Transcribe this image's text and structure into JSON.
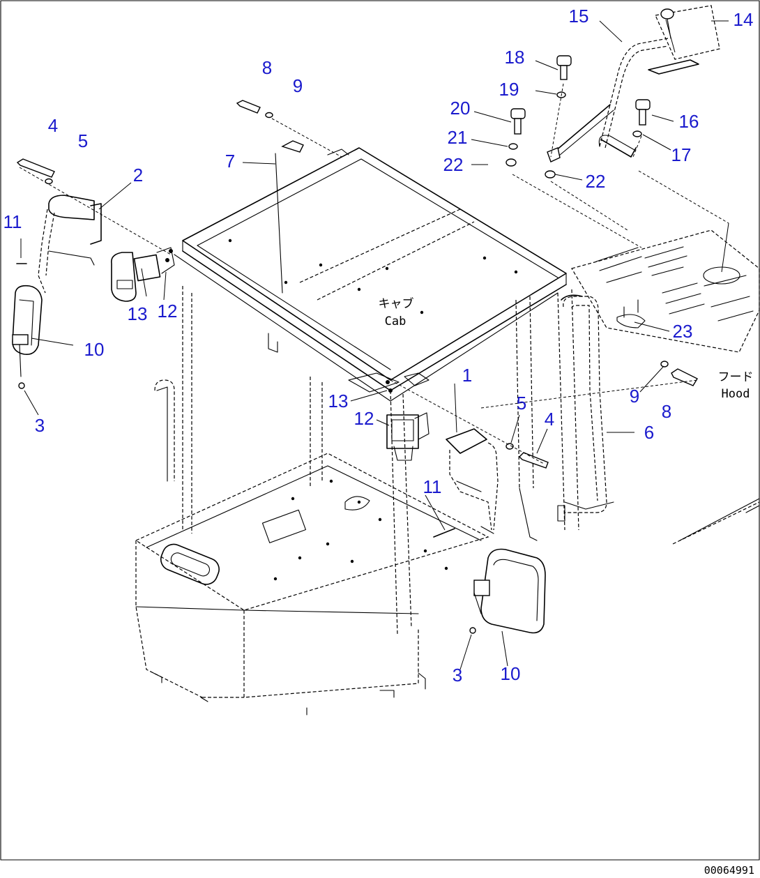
{
  "labels": {
    "cab_jp": "キャブ",
    "cab_en": "Cab",
    "hood_jp": "フード",
    "hood_en": "Hood"
  },
  "drawing_number": "00064991",
  "callouts": [
    "1",
    "2",
    "3",
    "3",
    "4",
    "4",
    "5",
    "5",
    "6",
    "7",
    "8",
    "8",
    "9",
    "9",
    "10",
    "10",
    "11",
    "11",
    "12",
    "12",
    "13",
    "13",
    "14",
    "15",
    "16",
    "17",
    "18",
    "19",
    "20",
    "21",
    "22",
    "22",
    "23"
  ],
  "colors": {
    "callout": "#1a1acd",
    "line": "#000000",
    "background": "#ffffff"
  }
}
